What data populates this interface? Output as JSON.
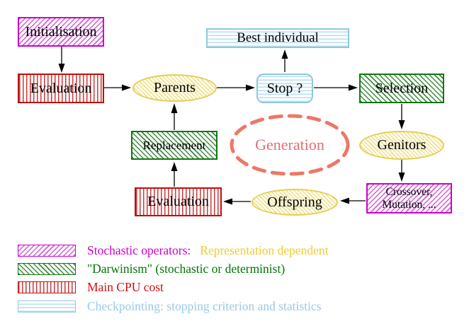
{
  "nodes": {
    "initialisation": "Initialisation",
    "evaluation_top": "Evaluation",
    "parents": "Parents",
    "best_individual": "Best individual",
    "stop": "Stop ?",
    "selection": "Selection",
    "genitors": "Genitors",
    "crossover_line1": "Crossover,",
    "crossover_line2": "Mutation, ...",
    "offspring": "Offspring",
    "evaluation_bottom": "Evaluation",
    "replacement": "Replacement",
    "generation": "Generation"
  },
  "legend": {
    "stochastic_label": "Stochastic operators:",
    "stochastic_extra": "Representation dependent",
    "darwinism_label": "\"Darwinism\" (stochastic or determinist)",
    "cpu_label": "Main CPU cost",
    "checkpoint_label": "Checkpointing: stopping criterion and statistics"
  },
  "colors": {
    "magenta": "#cc00cc",
    "dark_green": "#007700",
    "red": "#cc1111",
    "light_blue": "#99c9e6",
    "gold": "#eecc33",
    "salmon": "#ee7766",
    "yellow_fill": "#efe193"
  }
}
